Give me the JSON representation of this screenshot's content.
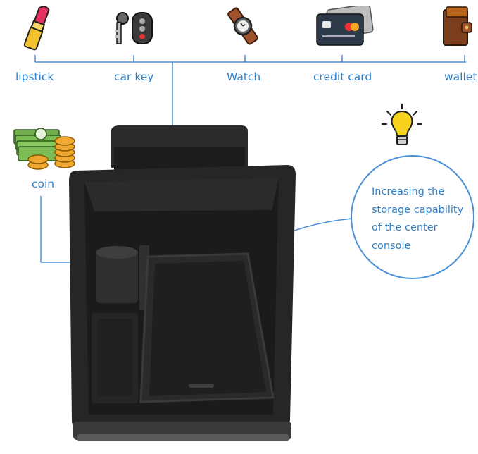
{
  "items": [
    {
      "key": "lipstick",
      "label": "lipstick",
      "icon": "lipstick-icon"
    },
    {
      "key": "car_key",
      "label": "car key",
      "icon": "car-key-icon"
    },
    {
      "key": "watch",
      "label": "Watch",
      "icon": "watch-icon"
    },
    {
      "key": "credit_card",
      "label": "credit card",
      "icon": "credit-card-icon"
    },
    {
      "key": "wallet",
      "label": "wallet",
      "icon": "wallet-icon"
    }
  ],
  "coin": {
    "label": "coin",
    "icon": "coin-stack-icon"
  },
  "callout": {
    "line1": "Increasing the",
    "line2": "storage capability",
    "line3": "of the center",
    "line4": "console",
    "icon": "lightbulb-icon"
  },
  "colors": {
    "accent": "#2f80c9",
    "tray": "#232323"
  }
}
